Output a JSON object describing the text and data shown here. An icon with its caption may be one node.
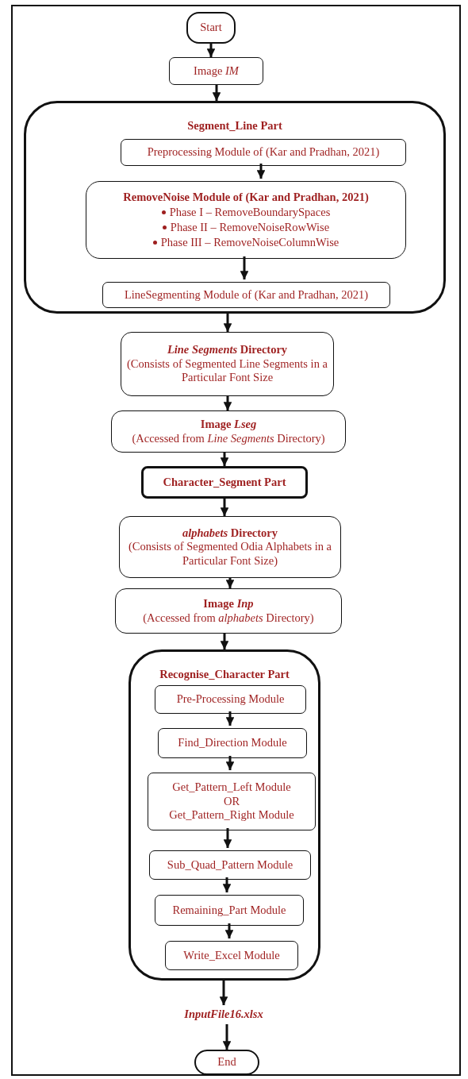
{
  "diagram": {
    "nodes": [
      {
        "text": [
          "Start"
        ]
      },
      {
        "text": [
          "Image *IM*"
        ]
      },
      {
        "text": [
          "Segment_Line Part"
        ]
      },
      {
        "text": [
          "Preprocessing Module of (Kar and Pradhan, 2021)"
        ],
        "in": 2
      },
      {
        "text": [
          "RemoveNoise Module of (Kar and Pradhan, 2021)",
          "Phase I – RemoveBoundarySpaces",
          "Phase II – RemoveNoiseRowWise",
          "Phase III – RemoveNoiseColumnWise"
        ],
        "in": 2
      },
      {
        "text": [
          "LineSegmenting Module of (Kar and Pradhan, 2021)"
        ],
        "in": 2
      },
      {
        "text": [
          "*Line Segments* Directory",
          "(Consists of Segmented Line Segments in a Particular Font Size"
        ]
      },
      {
        "text": [
          "Image *Lseg*",
          "(Accessed from *Line Segments* Directory)"
        ]
      },
      {
        "text": [
          "Character_Segment Part"
        ]
      },
      {
        "text": [
          "*alphabets* Directory",
          "(Consists of Segmented Odia Alphabets in a Particular Font Size)"
        ]
      },
      {
        "text": [
          "Image *Inp*",
          "(Accessed from *alphabets* Directory)"
        ]
      },
      {
        "text": [
          "Recognise_Character Part"
        ]
      },
      {
        "text": [
          "Pre-Processing Module"
        ],
        "in": 11
      },
      {
        "text": [
          "Find_Direction Module"
        ],
        "in": 11
      },
      {
        "text": [
          "Get_Pattern_Left Module",
          "OR",
          "Get_Pattern_Right Module"
        ],
        "in": 11
      },
      {
        "text": [
          "Sub_Quad_Pattern Module"
        ],
        "in": 11
      },
      {
        "text": [
          "Remaining_Part Module"
        ],
        "in": 11
      },
      {
        "text": [
          "Write_Excel Module"
        ],
        "in": 11
      },
      {
        "text": [
          "InputFile16.xlsx"
        ]
      },
      {
        "text": [
          "End"
        ]
      }
    ],
    "edges": [
      {
        "from": 0,
        "to": 1,
        "arrow": "to"
      },
      {
        "from": 1,
        "to": 2,
        "arrow": "to"
      },
      {
        "from": 3,
        "to": 4,
        "arrow": "to"
      },
      {
        "from": 4,
        "to": 5,
        "arrow": "to"
      },
      {
        "from": 2,
        "to": 6,
        "arrow": "to"
      },
      {
        "from": 6,
        "to": 7,
        "arrow": "to"
      },
      {
        "from": 7,
        "to": 8,
        "arrow": "to"
      },
      {
        "from": 8,
        "to": 9,
        "arrow": "to"
      },
      {
        "from": 9,
        "to": 10,
        "arrow": "to"
      },
      {
        "from": 10,
        "to": 11,
        "arrow": "to"
      },
      {
        "from": 12,
        "to": 13,
        "arrow": "to"
      },
      {
        "from": 13,
        "to": 14,
        "arrow": "to"
      },
      {
        "from": 14,
        "to": 15,
        "arrow": "to"
      },
      {
        "from": 15,
        "to": 16,
        "arrow": "to"
      },
      {
        "from": 16,
        "to": 17,
        "arrow": "to"
      },
      {
        "from": 11,
        "to": 18,
        "arrow": "to"
      },
      {
        "from": 18,
        "to": 19,
        "arrow": "to"
      }
    ]
  }
}
